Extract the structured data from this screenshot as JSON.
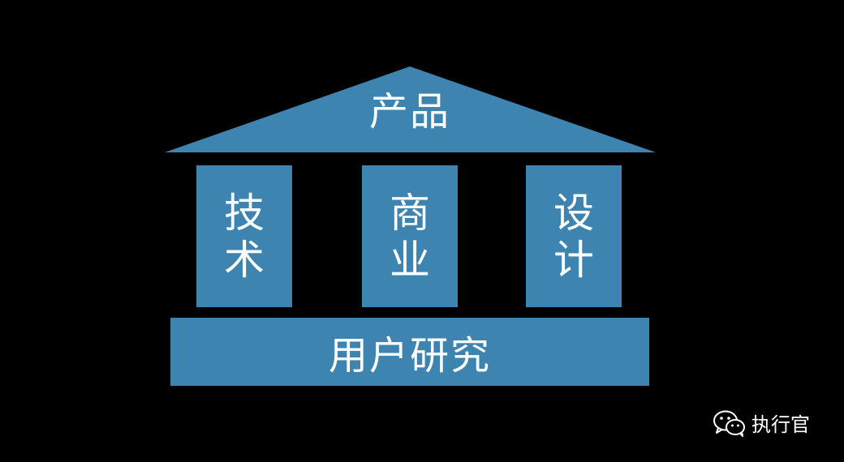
{
  "roof": {
    "label": "产品"
  },
  "pillars": [
    {
      "label": "技术"
    },
    {
      "label": "商业"
    },
    {
      "label": "设计"
    }
  ],
  "base": {
    "label": "用户研究"
  },
  "watermark": {
    "icon": "wechat-icon",
    "text": "执行官"
  },
  "colors": {
    "background": "#000000",
    "block": "#3d84b1",
    "text": "#ffffff"
  }
}
